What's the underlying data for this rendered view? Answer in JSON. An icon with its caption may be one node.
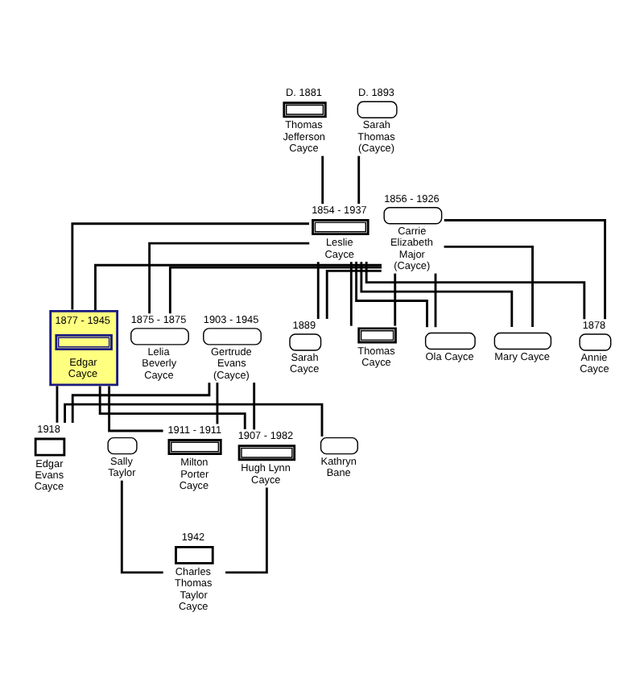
{
  "diagram": {
    "nodes": [
      {
        "text": [
          "D. 1881",
          "Thomas Jefferson Cayce"
        ]
      },
      {
        "text": [
          "D. 1893",
          "Sarah Thomas (Cayce)"
        ]
      },
      {
        "text": [
          "1854 - 1937",
          "Leslie Cayce"
        ]
      },
      {
        "text": [
          "1856 - 1926",
          "Carrie Elizabeth Major (Cayce)"
        ]
      },
      {
        "text": [
          "1875 - 1875",
          "Lelia Beverly Cayce"
        ]
      },
      {
        "text": [
          "1877 - 1945",
          "Edgar Cayce"
        ]
      },
      {
        "text": [
          "1878",
          "Annie Cayce"
        ]
      },
      {
        "text": [
          "Mary Cayce"
        ]
      },
      {
        "text": [
          "Ola Cayce"
        ]
      },
      {
        "text": [
          "1889",
          "Sarah Cayce"
        ]
      },
      {
        "text": [
          "Thomas Cayce"
        ]
      },
      {
        "text": [
          "1903 - 1945",
          "Gertrude Evans (Cayce)"
        ]
      },
      {
        "text": [
          "1907 - 1982",
          "Hugh Lynn Cayce"
        ]
      },
      {
        "text": [
          "Sally Taylor"
        ]
      },
      {
        "text": [
          "1911 - 1911",
          "Milton Porter Cayce"
        ]
      },
      {
        "text": [
          "1918",
          "Edgar Evans Cayce"
        ]
      },
      {
        "text": [
          "Kathryn Bane"
        ]
      },
      {
        "text": [
          "1942",
          "Charles Thomas Taylor Cayce"
        ]
      }
    ],
    "edges": [
      {
        "from": 0,
        "to": 2,
        "arrow": "none"
      },
      {
        "from": 1,
        "to": 2,
        "arrow": "none"
      },
      {
        "from": 2,
        "to": 4,
        "arrow": "none"
      },
      {
        "from": 3,
        "to": 4,
        "arrow": "none"
      },
      {
        "from": 2,
        "to": 5,
        "arrow": "none"
      },
      {
        "from": 3,
        "to": 5,
        "arrow": "none"
      },
      {
        "from": 2,
        "to": 6,
        "arrow": "none"
      },
      {
        "from": 3,
        "to": 6,
        "arrow": "none"
      },
      {
        "from": 2,
        "to": 7,
        "arrow": "none"
      },
      {
        "from": 3,
        "to": 7,
        "arrow": "none"
      },
      {
        "from": 2,
        "to": 8,
        "arrow": "none"
      },
      {
        "from": 3,
        "to": 8,
        "arrow": "none"
      },
      {
        "from": 2,
        "to": 9,
        "arrow": "none"
      },
      {
        "from": 3,
        "to": 9,
        "arrow": "none"
      },
      {
        "from": 2,
        "to": 10,
        "arrow": "none"
      },
      {
        "from": 3,
        "to": 10,
        "arrow": "none"
      },
      {
        "from": 5,
        "to": 12,
        "arrow": "none"
      },
      {
        "from": 11,
        "to": 12,
        "arrow": "none"
      },
      {
        "from": 5,
        "to": 14,
        "arrow": "none"
      },
      {
        "from": 11,
        "to": 14,
        "arrow": "none"
      },
      {
        "from": 5,
        "to": 15,
        "arrow": "none"
      },
      {
        "from": 11,
        "to": 15,
        "arrow": "none"
      },
      {
        "from": 12,
        "to": 17,
        "arrow": "none"
      },
      {
        "from": 13,
        "to": 17,
        "arrow": "none"
      },
      {
        "from": 15,
        "to": 16,
        "arrow": "none"
      }
    ]
  }
}
